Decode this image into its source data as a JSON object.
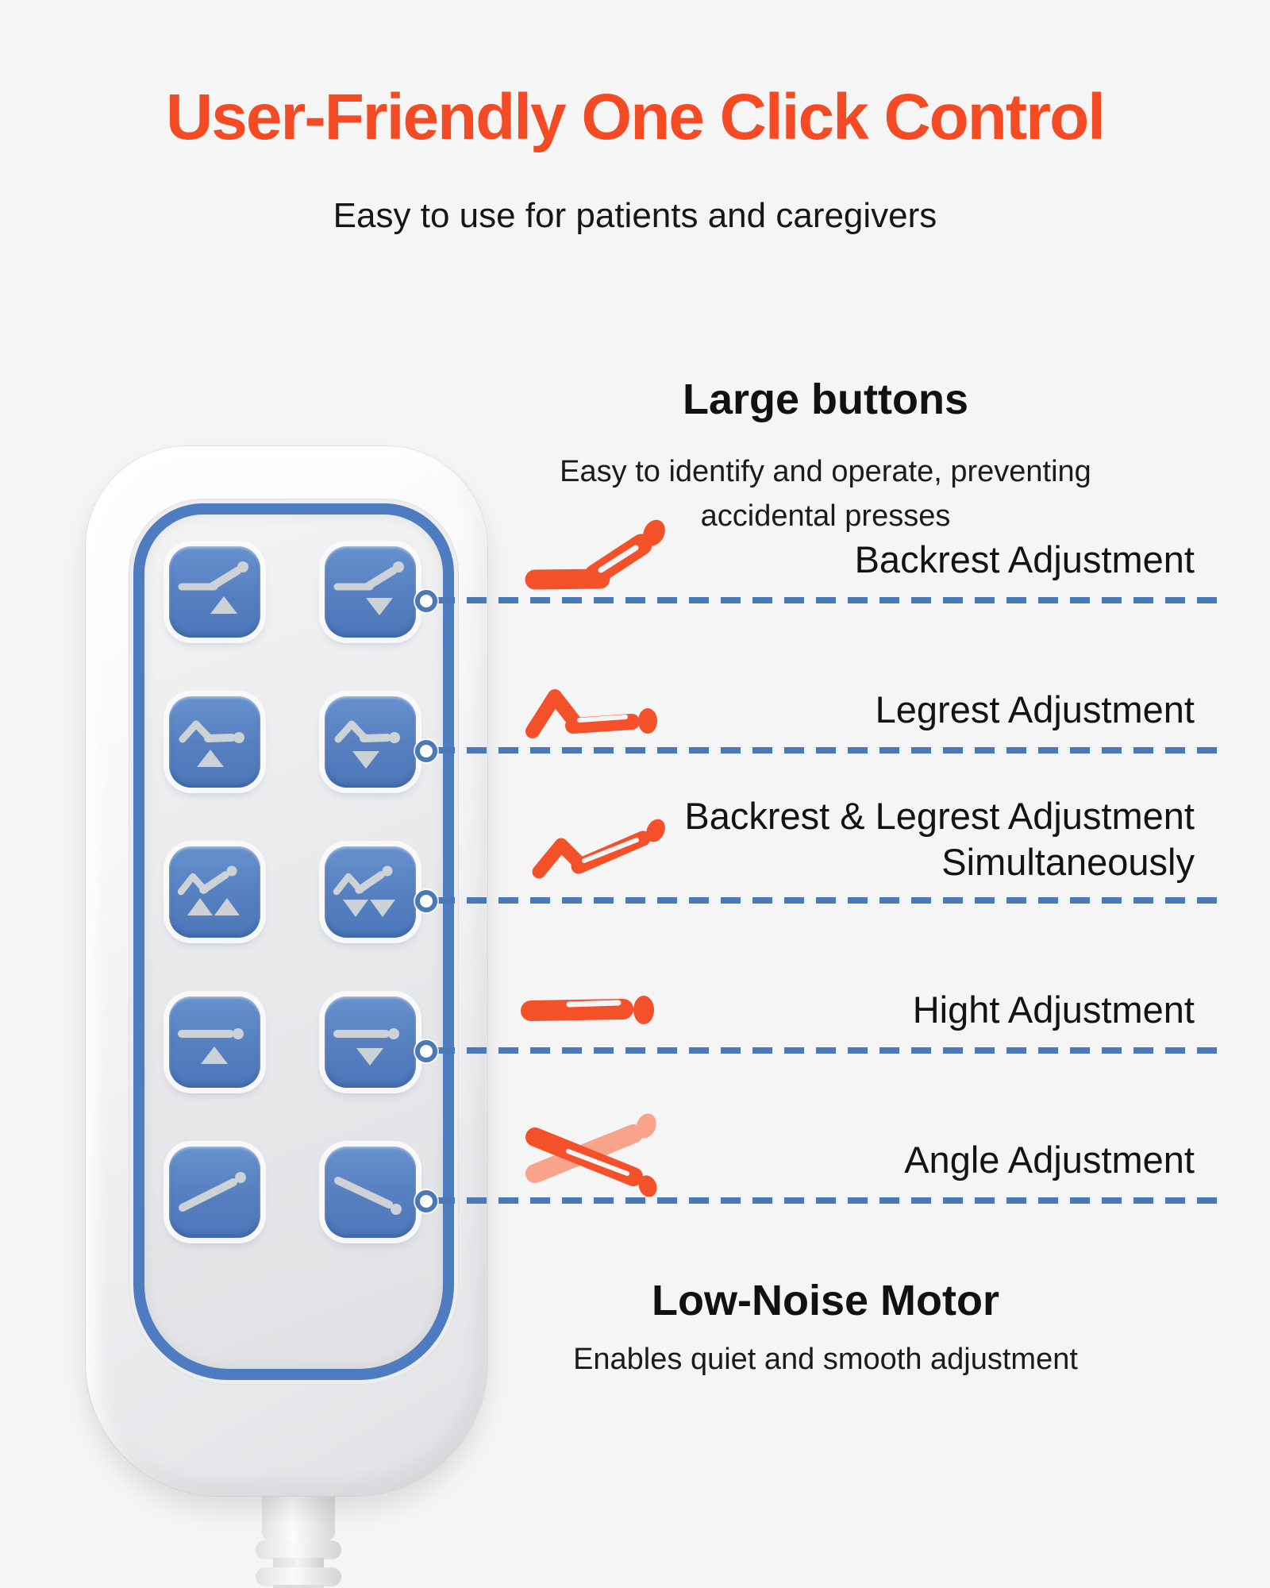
{
  "header": {
    "title": "User-Friendly One Click Control",
    "subtitle": "Easy to use for patients and caregivers"
  },
  "large_buttons": {
    "heading": "Large buttons",
    "description_line1": "Easy to identify and operate, preventing",
    "description_line2": "accidental presses"
  },
  "features": [
    {
      "label": "Backrest Adjustment",
      "icon": "backrest-raised-figure-icon"
    },
    {
      "label": "Legrest Adjustment",
      "icon": "legrest-raised-figure-icon"
    },
    {
      "label": "Backrest & Legrest Adjustment Simultaneously",
      "icon": "backrest-legrest-raised-figure-icon"
    },
    {
      "label": "Hight Adjustment",
      "icon": "flat-bed-figure-icon"
    },
    {
      "label": "Angle Adjustment",
      "icon": "tilt-bed-crossed-figure-icon"
    }
  ],
  "low_noise_motor": {
    "heading": "Low-Noise Motor",
    "description": "Enables quiet and smooth adjustment"
  },
  "remote": {
    "buttons": [
      {
        "id": "backrest-up",
        "icon": "backrest-up-icon"
      },
      {
        "id": "backrest-down",
        "icon": "backrest-down-icon"
      },
      {
        "id": "legrest-up",
        "icon": "legrest-up-icon"
      },
      {
        "id": "legrest-down",
        "icon": "legrest-down-icon"
      },
      {
        "id": "backrest-legrest-up",
        "icon": "backrest-legrest-up-icon"
      },
      {
        "id": "backrest-legrest-down",
        "icon": "backrest-legrest-down-icon"
      },
      {
        "id": "height-up",
        "icon": "height-up-icon"
      },
      {
        "id": "height-down",
        "icon": "height-down-icon"
      },
      {
        "id": "tilt-head-up",
        "icon": "tilt-head-up-icon"
      },
      {
        "id": "tilt-head-down",
        "icon": "tilt-head-down-icon"
      }
    ]
  },
  "colors": {
    "background": "#F5F5F6",
    "title_orange": "#F44B24",
    "accent_orange": "#F4502A",
    "ghost_orange": "#F8A38A",
    "button_blue": "#567FC0",
    "panel_border_blue": "#4E7CC0",
    "dashed_line_blue": "#4B79B6",
    "button_icon_gray": "#CDD2D7",
    "text_black": "#141414"
  }
}
